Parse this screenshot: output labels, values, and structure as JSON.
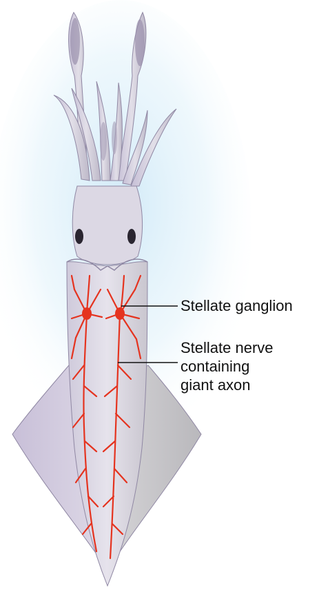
{
  "labels": {
    "ganglion": "Stellate ganglion",
    "nerve_line1": "Stellate nerve",
    "nerve_line2": "containing",
    "nerve_line3": "giant axon"
  },
  "colors": {
    "body": "#dcd8e4",
    "body_shadow": "#b9b4c6",
    "nerve": "#e5331f",
    "halo": "#cfe9f7",
    "leader": "#111111"
  }
}
